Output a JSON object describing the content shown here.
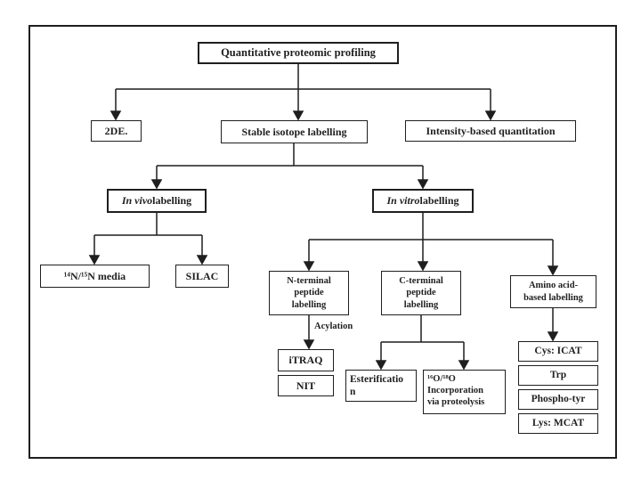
{
  "diagram": {
    "title": "Quantitative proteomic profiling",
    "colors": {
      "background": "#ffffff",
      "line": "#1f1f1f",
      "box_border": "#1f1f1f",
      "text": "#1f1f1f"
    },
    "nodes": {
      "root": {
        "label": "Quantitative proteomic profiling"
      },
      "de2": {
        "label": "2DE."
      },
      "stable": {
        "label": "Stable isotope labelling"
      },
      "intensity": {
        "label": "Intensity-based quantitation"
      },
      "invivo": {
        "italic": "In vivo",
        "rest": " labelling"
      },
      "invitro": {
        "italic": "In vitro",
        "rest": " labelling"
      },
      "media": {
        "label": "¹⁴N/¹⁵N media"
      },
      "silac": {
        "label": "SILAC"
      },
      "nterm": {
        "label": "N-terminal\npeptide\nlabelling"
      },
      "cterm": {
        "label": "C-terminal\npeptide\nlabelling"
      },
      "amino": {
        "label": "Amino acid-\nbased labelling"
      },
      "itraq": {
        "label": "iTRAQ"
      },
      "nit": {
        "label": "NIT"
      },
      "esterif": {
        "label": "Esterificatio\nn"
      },
      "o16o18": {
        "label": "¹⁶O/¹⁸O\nIncorporation\nvia proteolysis"
      },
      "cys": {
        "label": "Cys: ICAT"
      },
      "trp": {
        "label": "Trp"
      },
      "phospho": {
        "label": "Phospho-tyr"
      },
      "lys": {
        "label": "Lys: MCAT"
      }
    },
    "edge_labels": {
      "acylation": "Acylation"
    },
    "edges": [
      {
        "from": "root",
        "to": "de2"
      },
      {
        "from": "root",
        "to": "stable"
      },
      {
        "from": "root",
        "to": "intensity"
      },
      {
        "from": "stable",
        "to": "invivo"
      },
      {
        "from": "stable",
        "to": "invitro"
      },
      {
        "from": "invivo",
        "to": "media"
      },
      {
        "from": "invivo",
        "to": "silac"
      },
      {
        "from": "invitro",
        "to": "nterm"
      },
      {
        "from": "invitro",
        "to": "cterm"
      },
      {
        "from": "invitro",
        "to": "amino"
      },
      {
        "from": "nterm",
        "to": "itraq",
        "label": "Acylation"
      },
      {
        "from": "cterm",
        "to": "esterif"
      },
      {
        "from": "cterm",
        "to": "o16o18"
      },
      {
        "from": "amino",
        "to": "cys"
      }
    ]
  }
}
